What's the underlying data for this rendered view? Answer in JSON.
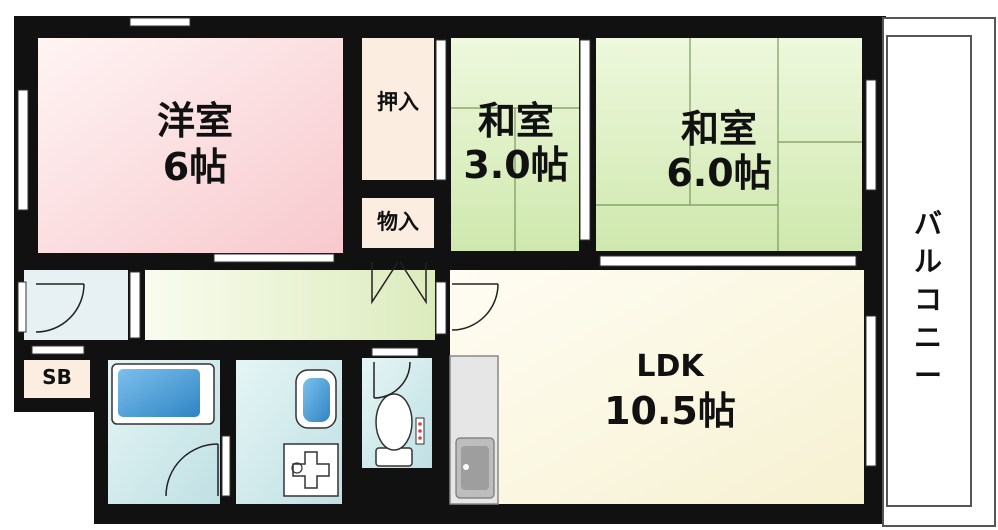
{
  "rooms": {
    "western": {
      "name": "洋室",
      "size": "6帖"
    },
    "closet_oshiire": {
      "name": "押入"
    },
    "storage": {
      "name": "物入"
    },
    "japanese_small": {
      "name": "和室",
      "size": "3.0帖"
    },
    "japanese_large": {
      "name": "和室",
      "size": "6.0帖"
    },
    "ldk": {
      "name": "LDK",
      "size": "10.5帖"
    },
    "sb": {
      "name": "SB"
    },
    "balcony": {
      "name": "バ\nル\nコ\nニ\nー"
    }
  },
  "colors": {
    "wall": "#111111",
    "western_fill": "#f9d3d5",
    "tatami_fill": "#dff0c6",
    "ldk_fill": "#fbf8e2",
    "corridor_fill": "#e9f3d3",
    "closet_fill": "#fbeee0",
    "wet_fill": "#cde8ea",
    "bath_tub": "#4ea2d9",
    "kitchen": "#bdbdbd"
  }
}
